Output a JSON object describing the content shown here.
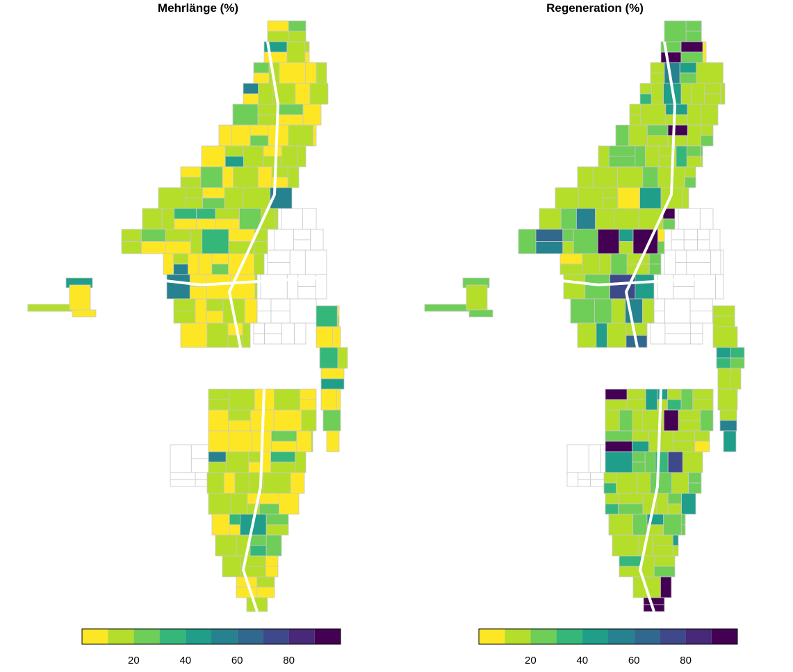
{
  "palette": [
    "#fde725",
    "#b5de2b",
    "#6ece58",
    "#35b779",
    "#1f9e89",
    "#26828e",
    "#31688e",
    "#3e4989",
    "#482878",
    "#440154"
  ],
  "outline_color": "#c8c8c8",
  "panels": [
    {
      "title": "Mehrlänge (%)",
      "legend": {
        "breaks": [
          0,
          10,
          20,
          30,
          40,
          50,
          60,
          70,
          80,
          90,
          100
        ],
        "tick_labels": [
          "20",
          "40",
          "60",
          "80"
        ],
        "tick_values": [
          20,
          40,
          60,
          80
        ]
      },
      "class_weights": [
        40,
        40,
        14,
        3,
        2,
        1,
        0,
        0,
        0,
        0
      ]
    },
    {
      "title": "Regeneration (%)",
      "legend": {
        "breaks": [
          0,
          10,
          20,
          30,
          40,
          50,
          60,
          70,
          80,
          90,
          100
        ],
        "tick_labels": [
          "20",
          "40",
          "60",
          "80"
        ],
        "tick_values": [
          20,
          40,
          60,
          80
        ]
      },
      "class_weights": [
        2,
        52,
        24,
        8,
        5,
        3,
        1,
        1,
        0,
        4
      ]
    }
  ]
}
